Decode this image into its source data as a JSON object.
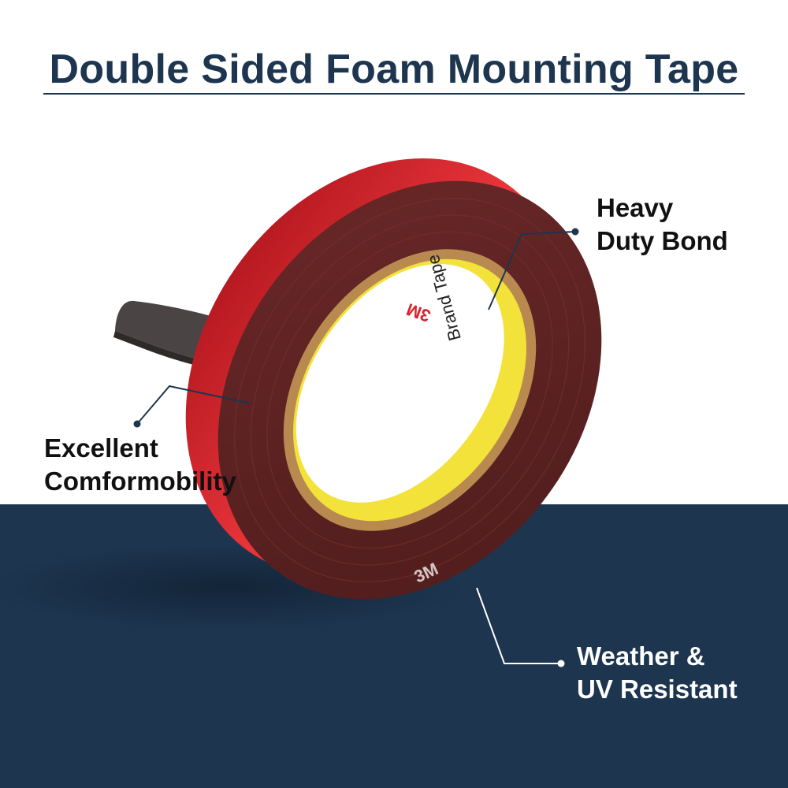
{
  "title": "Double Sided Foam Mounting Tape",
  "colors": {
    "navy": "#1d354f",
    "tape_face": "#5e2424",
    "tape_edge": "#d6232b",
    "core": "#f3e23a"
  },
  "product_image": {
    "icon": "tape-roll-icon",
    "core_brand": "3M",
    "core_text": "Brand Tape",
    "edge_brand": "3M"
  },
  "callouts": {
    "heavy_duty": {
      "line1": "Heavy",
      "line2": "Duty Bond"
    },
    "comformobility": {
      "line1": "Excellent",
      "line2": "Comformobility"
    },
    "weather": {
      "line1": "Weather &",
      "line2": "UV Resistant"
    }
  }
}
